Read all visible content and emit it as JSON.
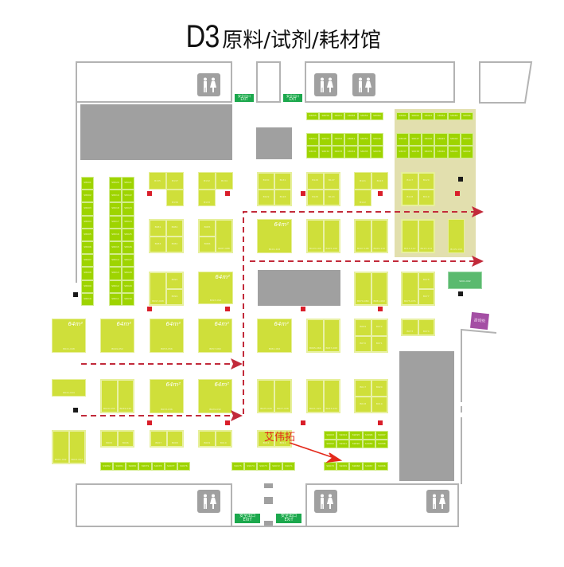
{
  "title": {
    "code": "D3",
    "name": "原料/试剂/耗材馆"
  },
  "exit_sign": {
    "cn": "安全出口",
    "en": "EXIT"
  },
  "annotation": {
    "label": "艾伟拓",
    "color": "#e42a1c"
  },
  "colors": {
    "booth": "#cfdf3a",
    "booth_bright": "#9ed400",
    "hall": "#a0a0a0",
    "wall": "#b3b3b3",
    "zone": "#e2dfae",
    "route": "#c22a3a",
    "marker_red": "#d91e2a",
    "marker_black": "#1a1a1a",
    "service": "#5bba6f",
    "consult": "#a44fa4"
  },
  "area_label": "64m²",
  "service_booth": {
    "label": "S001-002"
  },
  "consult_desk": {
    "label": "咨询处"
  },
  "booths": {
    "s_col1": [
      "S8001",
      "S8002",
      "S8003",
      "S8004",
      "S8005",
      "S8006",
      "S8007",
      "S8008",
      "S8009",
      "S8010"
    ],
    "s_col2": [
      "S8020",
      "S8019",
      "S8018",
      "S8017",
      "S8016",
      "S8015",
      "S8014",
      "S8013",
      "S8012",
      "S8011"
    ],
    "s_col3": [
      "S8021",
      "S8022",
      "S8023",
      "S8024",
      "S8025",
      "S8026",
      "S8027",
      "S8028",
      "S8029",
      "S8030"
    ],
    "top_row1": [
      "S8055",
      "S8056",
      "S8057",
      "S8058",
      "S8059",
      "S8060"
    ],
    "top_row2": [
      "S8054",
      "S8053",
      "S8052",
      "S8051",
      "S8050",
      "S8049"
    ],
    "top_row3": [
      "S8031",
      "S8032",
      "S8033",
      "S8034",
      "S8035",
      "S8036"
    ],
    "zone_row1": [
      "S8061",
      "S8062",
      "S8063",
      "S8064",
      "S8065",
      "S8066"
    ],
    "zone_row2": [
      "S8048",
      "S8047",
      "S8046",
      "S8045",
      "S8044",
      "S8043"
    ],
    "zone_row3": [
      "S8037",
      "S8038",
      "S8039",
      "S8040",
      "S8041",
      "S8042"
    ],
    "r1": [
      {
        "cells": [
          "B135",
          "B137",
          "",
          "B136"
        ]
      },
      {
        "cells": [
          "B132",
          "B134",
          "B133",
          ""
        ]
      },
      {
        "cells": [
          "B130",
          "B131",
          "B129",
          "B128"
        ]
      },
      {
        "cells": [
          "B126",
          "B127",
          "B125",
          "B124"
        ]
      },
      {
        "cells": [
          "B121",
          "B123",
          "B122",
          ""
        ]
      },
      {
        "cells": [
          "B117",
          "B120",
          "B118",
          "B119"
        ]
      }
    ],
    "r2": [
      {
        "cells": [
          "B081",
          "B084",
          "B083",
          "B082"
        ]
      },
      {
        "cells": [
          "B085",
          "",
          "B086",
          "B087-088"
        ]
      },
      {
        "label": "B101-102"
      },
      {
        "labels": [
          "B103-104",
          "B105-106"
        ]
      },
      {
        "labels": [
          "B107-108",
          "B109-110"
        ]
      },
      {
        "labels": [
          "B111-112",
          "B113-114"
        ]
      },
      {
        "label": "B115-116"
      }
    ],
    "r3": [
      {
        "labels": [
          "B097-098",
          "B099"
        ],
        "top": "B095"
      },
      {
        "label": "B093-094"
      },
      {
        "labels": [
          "B079-080",
          "B081-082"
        ]
      },
      {
        "labels": [
          "B075-076",
          "B077"
        ],
        "top": "B078"
      }
    ],
    "r4": [
      {
        "label": "B041-048"
      },
      {
        "label": "B049-052"
      },
      {
        "label": "B053-056"
      },
      {
        "label": "B057-060"
      },
      {
        "label": "B061-064"
      },
      {
        "labels": [
          "B065-066",
          "B067-068"
        ]
      },
      {
        "cells": [
          "B069",
          "B072",
          "B070",
          "B071"
        ]
      },
      {
        "labels": [
          "B073",
          "B074"
        ]
      }
    ],
    "r5": [
      {
        "label": "B041-044"
      },
      {
        "labels": [
          "B029-036",
          "B039-040"
        ]
      },
      {
        "label": "B033-036"
      },
      {
        "label": "B029-032"
      },
      {
        "labels": [
          "B025-026",
          "B027-028"
        ]
      },
      {
        "labels": [
          "B021-022",
          "B023-024"
        ]
      },
      {
        "cells": [
          "B017",
          "B020",
          "B018",
          "B019"
        ]
      }
    ],
    "r6": [
      {
        "labels": [
          "B001-002",
          "B003-004"
        ]
      },
      {
        "labels": [
          "B005",
          "B006"
        ]
      },
      {
        "labels": [
          "B007",
          "B008"
        ]
      },
      {
        "labels": [
          "B009",
          "B010"
        ]
      },
      {
        "labels": [
          "B011",
          "B012"
        ]
      }
    ],
    "r6_right_top": [
      "S9093",
      "S9094",
      "S9095",
      "S9096",
      "S9097"
    ],
    "r6_right_bot": [
      "S9092",
      "S9091",
      "S9090",
      "S9089",
      "S9088"
    ],
    "bottom_left": [
      "S9082",
      "S9081",
      "S9080",
      "S9079",
      "S9078",
      "S9077",
      "S9076"
    ],
    "bottom_mid": [
      "S9075",
      "S9074",
      "S9073",
      "S9072",
      "S9071"
    ],
    "bottom_right": [
      "S9070",
      "S9069",
      "S9068",
      "S9067",
      "S9066"
    ]
  }
}
